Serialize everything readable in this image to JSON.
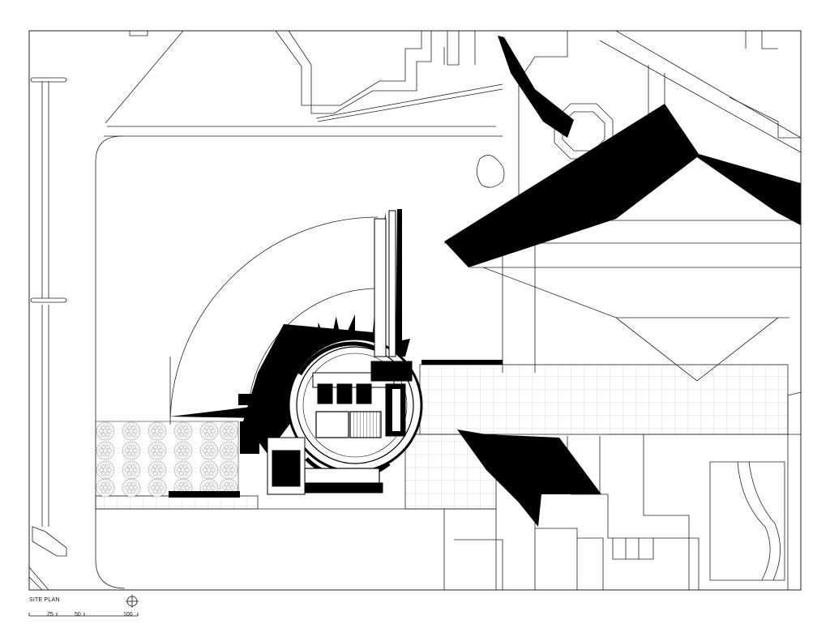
{
  "drawing": {
    "caption": "SITE PLAN",
    "scale_bar": {
      "ticks": [
        "25",
        "50",
        "100"
      ]
    }
  },
  "icons": {
    "north_arrow": "north-arrow-icon",
    "trees": "tree-canopy-icon"
  },
  "colors": {
    "ink": "#000000",
    "paper": "#ffffff",
    "line": "#222222"
  }
}
